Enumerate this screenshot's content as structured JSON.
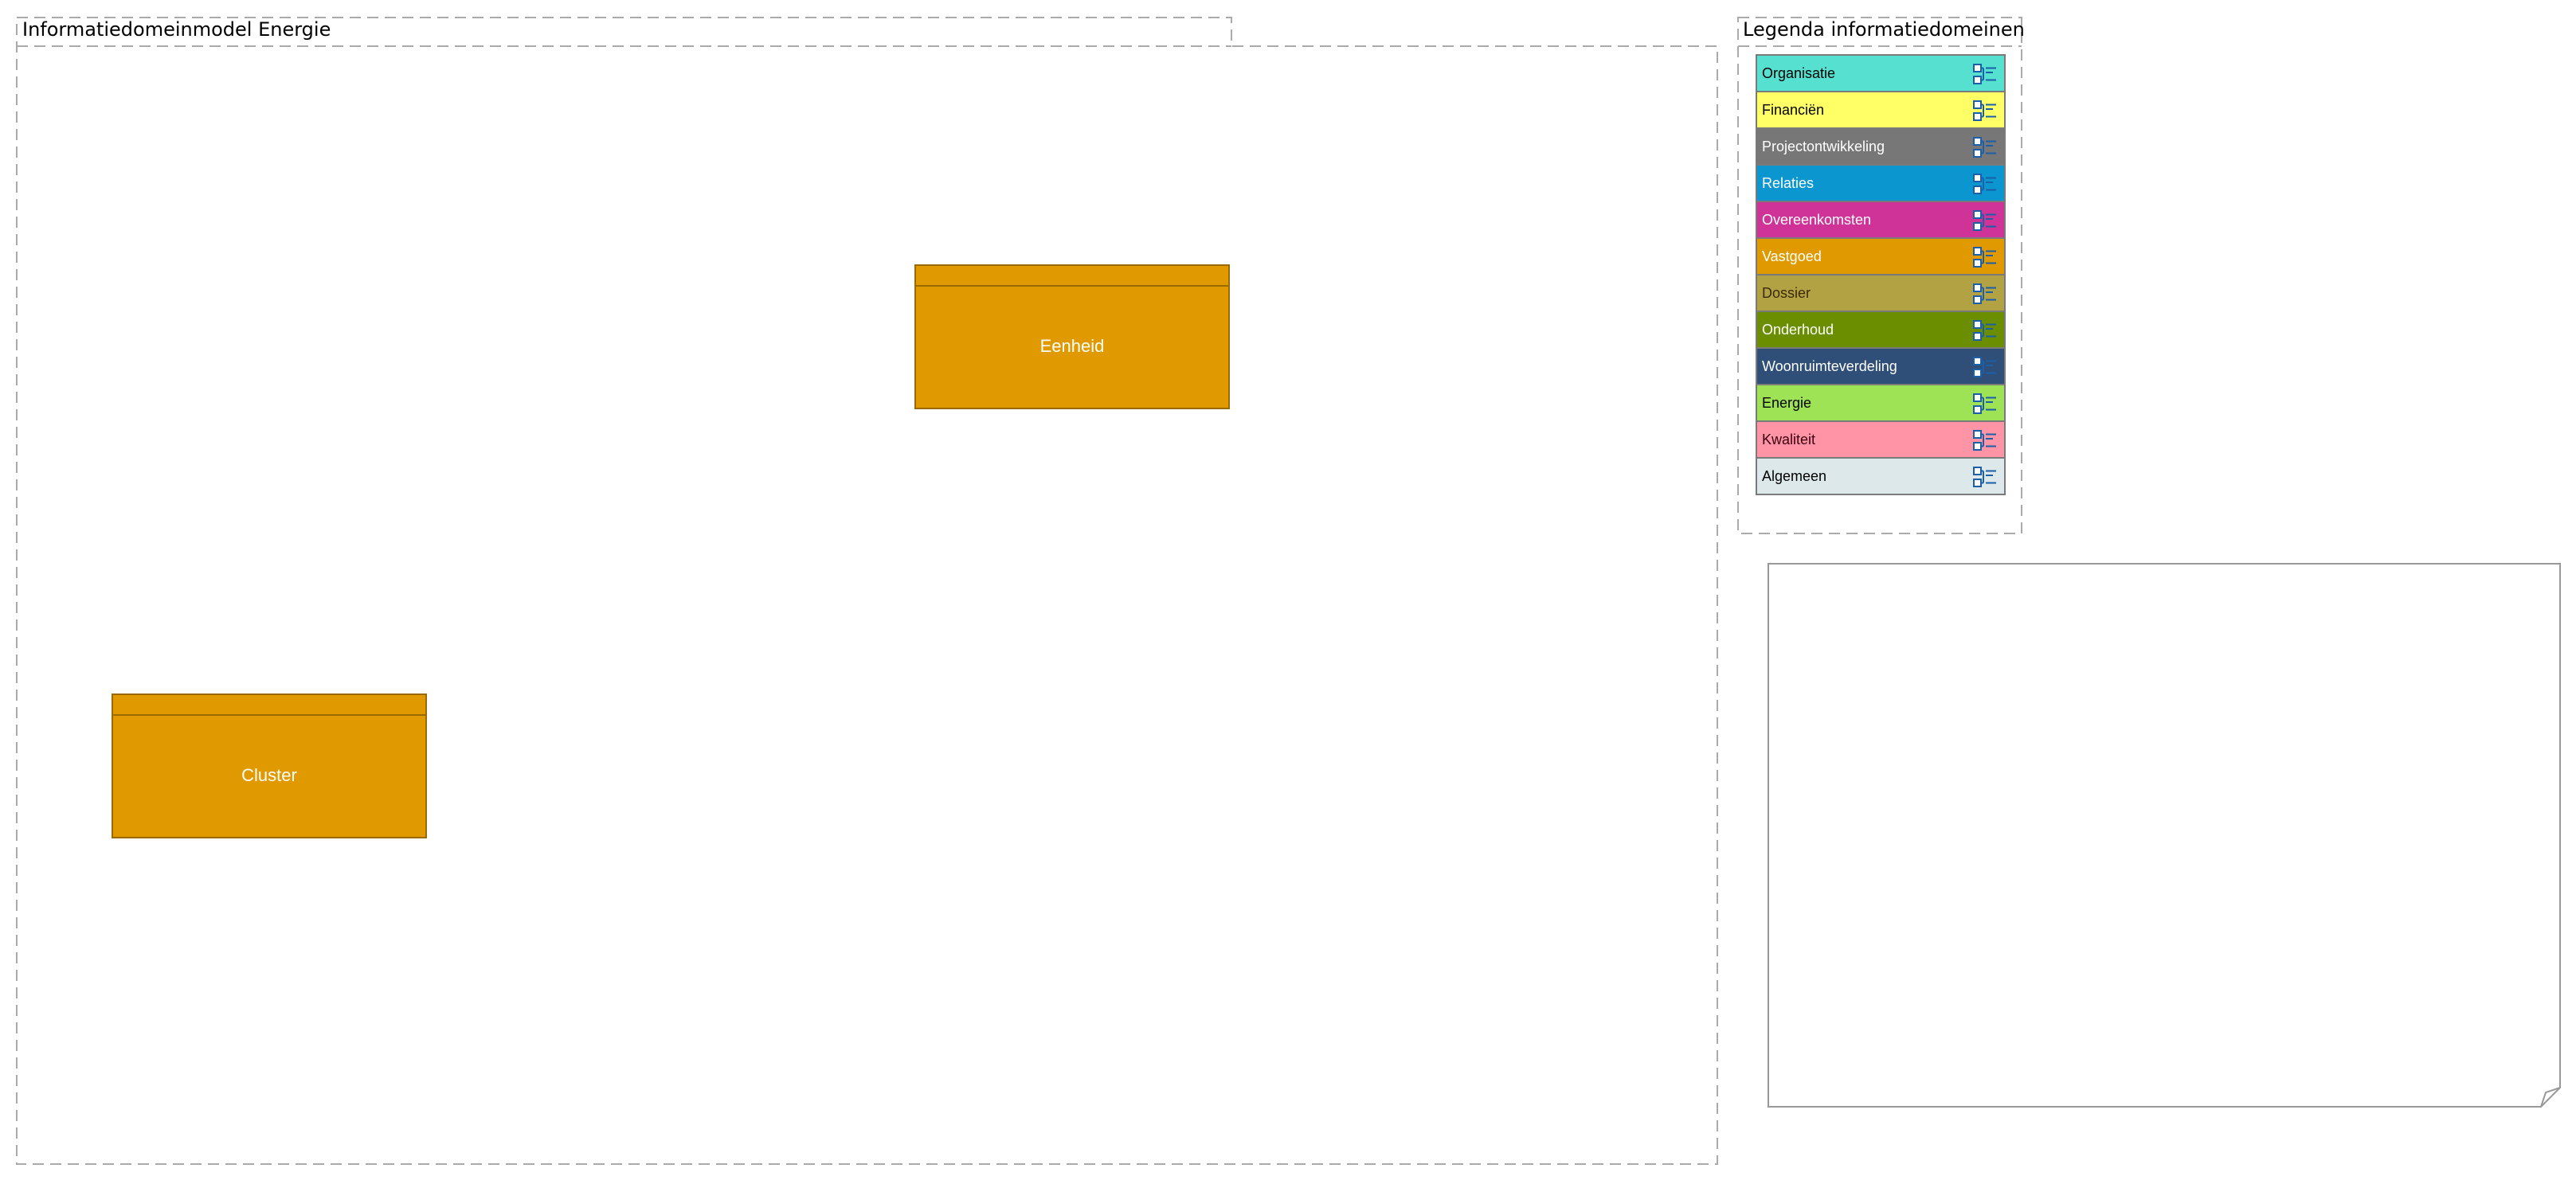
{
  "diagram": {
    "main_group": {
      "title": "Informatiedomeinmodel Energie"
    },
    "legend_group": {
      "title": "Legenda informatiedomeinen"
    },
    "entities": [
      {
        "id": "eenheid",
        "label": "Eenheid",
        "color": "#E09A00"
      },
      {
        "id": "cluster",
        "label": "Cluster",
        "color": "#E09A00"
      }
    ],
    "legend": [
      {
        "label": "Organisatie",
        "color": "#55E0D0",
        "text_color": "#000000"
      },
      {
        "label": "Financiën",
        "color": "#FFFF66",
        "text_color": "#000000"
      },
      {
        "label": "Projectontwikkeling",
        "color": "#777777",
        "text_color": "#FFFFFF"
      },
      {
        "label": "Relaties",
        "color": "#0B96CF",
        "text_color": "#FFFFFF"
      },
      {
        "label": "Overeenkomsten",
        "color": "#CF3398",
        "text_color": "#FFFFFF"
      },
      {
        "label": "Vastgoed",
        "color": "#E09A00",
        "text_color": "#FFFFFF"
      },
      {
        "label": "Dossier",
        "color": "#B2A244",
        "text_color": "#3A2A00"
      },
      {
        "label": "Onderhoud",
        "color": "#6A8E00",
        "text_color": "#FFFFFF"
      },
      {
        "label": "Woonruimteverdeling",
        "color": "#2F4F78",
        "text_color": "#FFFFFF"
      },
      {
        "label": "Energie",
        "color": "#9EE356",
        "text_color": "#000000"
      },
      {
        "label": "Kwaliteit",
        "color": "#FF94A6",
        "text_color": "#3A0010"
      },
      {
        "label": "Algemeen",
        "color": "#DDE8EA",
        "text_color": "#000000"
      }
    ],
    "icon_name": "class-diagram-icon",
    "colors": {
      "frame": "#AAAAAA",
      "entity_border": "#9A6A00",
      "legend_icon": "#1A5FA8"
    }
  }
}
